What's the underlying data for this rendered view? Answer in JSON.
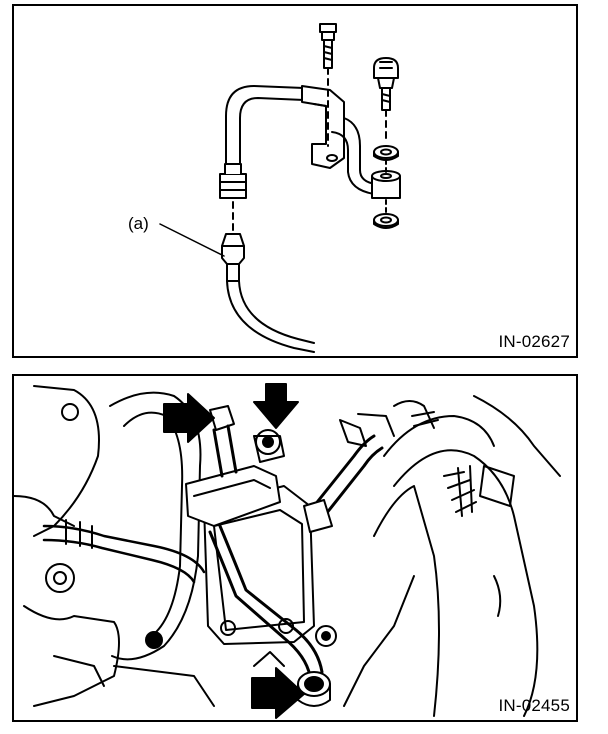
{
  "figures": [
    {
      "figure_id": "IN-02627",
      "callouts": [
        {
          "label": "(a)"
        }
      ]
    },
    {
      "figure_id": "IN-02455"
    }
  ],
  "colors": {
    "ink": "#000000",
    "paper": "#ffffff",
    "shade": "#d9d9d9"
  }
}
